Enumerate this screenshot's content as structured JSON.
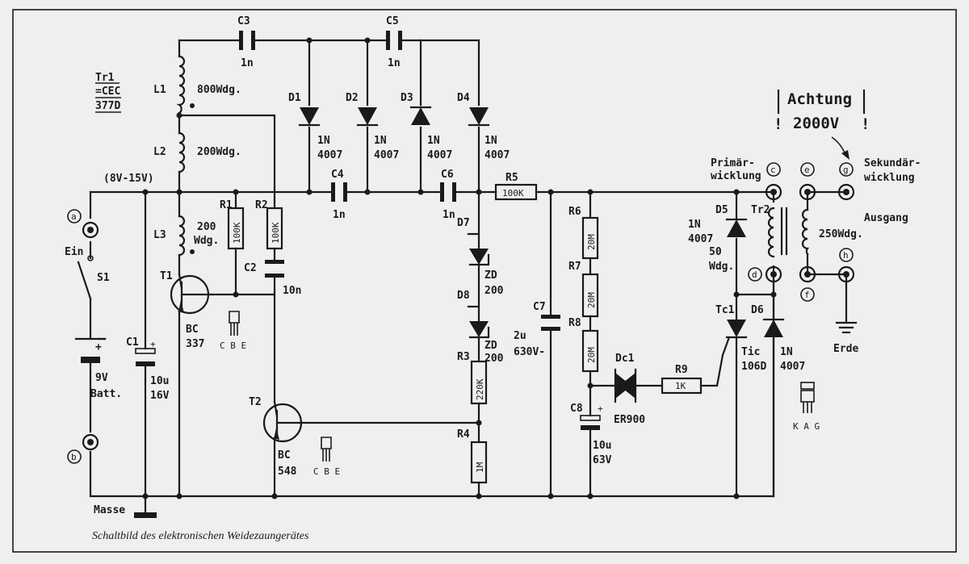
{
  "caption": "Schaltbild des elektronischen Weidezaungerätes",
  "warning": {
    "line1": "Achtung",
    "line2": "2000V"
  },
  "transformer1": {
    "name": "Tr1",
    "type1": "=CEC",
    "type2": "377D"
  },
  "supply": {
    "range": "(8V-15V)",
    "ground": "Masse"
  },
  "terminals": {
    "a": "a",
    "b": "b",
    "c": "c",
    "d": "d",
    "e": "e",
    "f": "f",
    "g": "g",
    "h": "h"
  },
  "switch": {
    "name": "S1",
    "on": "Ein"
  },
  "battery": {
    "name": "9V",
    "type": "Batt."
  },
  "components": {
    "C1": {
      "name": "C1",
      "v1": "10u",
      "v2": "16V"
    },
    "L1": {
      "name": "L1",
      "val": "800Wdg."
    },
    "L2": {
      "name": "L2",
      "val": "200Wdg."
    },
    "L3": {
      "name": "L3",
      "v1": "200",
      "v2": "Wdg."
    },
    "C3": {
      "name": "C3",
      "val": "1n"
    },
    "C4": {
      "name": "C4",
      "val": "1n"
    },
    "C5": {
      "name": "C5",
      "val": "1n"
    },
    "C6": {
      "name": "C6",
      "val": "1n"
    },
    "D1": {
      "name": "D1",
      "v1": "1N",
      "v2": "4007"
    },
    "D2": {
      "name": "D2",
      "v1": "1N",
      "v2": "4007"
    },
    "D3": {
      "name": "D3",
      "v1": "1N",
      "v2": "4007"
    },
    "D4": {
      "name": "D4",
      "v1": "1N",
      "v2": "4007"
    },
    "R1": {
      "name": "R1",
      "val": "100K"
    },
    "R2": {
      "name": "R2",
      "val": "100K"
    },
    "C2": {
      "name": "C2",
      "val": "10n"
    },
    "T1": {
      "name": "T1",
      "v1": "BC",
      "v2": "337",
      "pins": "C B E"
    },
    "T2": {
      "name": "T2",
      "v1": "BC",
      "v2": "548",
      "pins": "C B E"
    },
    "R5": {
      "name": "R5",
      "val": "100K"
    },
    "D7": {
      "name": "D7",
      "v1": "ZD",
      "v2": "200"
    },
    "D8": {
      "name": "D8",
      "v1": "ZD",
      "v2": "200"
    },
    "R3": {
      "name": "R3",
      "val": "220K"
    },
    "R4": {
      "name": "R4",
      "val": "1M"
    },
    "C7": {
      "name": "C7",
      "v1": "2u",
      "v2": "630V-"
    },
    "R6": {
      "name": "R6",
      "val": "20M"
    },
    "R7": {
      "name": "R7",
      "val": "20M"
    },
    "R8": {
      "name": "R8",
      "val": "20M"
    },
    "C8": {
      "name": "C8",
      "v1": "10u",
      "v2": "63V"
    },
    "Dc1": {
      "name": "Dc1",
      "val": "ER900"
    },
    "R9": {
      "name": "R9",
      "val": "1K"
    },
    "D5": {
      "name": "D5",
      "v1": "1N",
      "v2": "4007"
    },
    "Tc1": {
      "name": "Tc1",
      "v1": "Tic",
      "v2": "106D",
      "pins": "K A G"
    },
    "D6": {
      "name": "D6",
      "v1": "1N",
      "v2": "4007"
    },
    "Tr2": {
      "name": "Tr2",
      "prim1": "Primär-",
      "prim2": "wicklung",
      "w1": "50",
      "w2": "Wdg.",
      "sec1": "Sekundär-",
      "sec2": "wicklung",
      "secw": "250Wdg.",
      "out": "Ausgang",
      "earth": "Erde"
    }
  }
}
